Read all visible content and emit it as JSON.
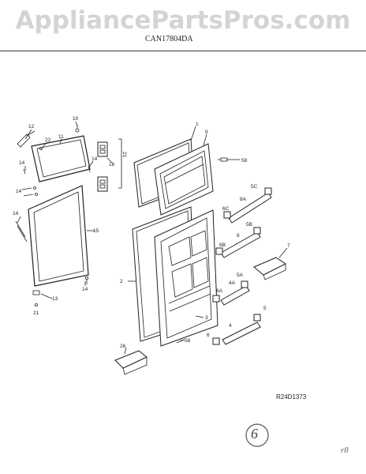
{
  "header": {
    "watermark": "AppliancePartsPros.com",
    "model_code": "CAN17804DA"
  },
  "footer": {
    "reference_code": "R24D1373",
    "page_number": "6",
    "pen_mark": "r8"
  },
  "callouts": {
    "c1": "1",
    "c2": "2",
    "c3": "3",
    "c4": "4",
    "c4a": "4A",
    "c5": "5",
    "c5a": "5A",
    "c5b": "5B",
    "c5c": "5C",
    "c6": "6",
    "c6a": "6A",
    "c6b": "6B",
    "c6c": "6C",
    "c7": "7",
    "c8": "8",
    "c8a": "8A",
    "c9": "9",
    "c10": "10",
    "c11": "11",
    "c12": "12",
    "c13": "13",
    "c14a": "14",
    "c14b": "14",
    "c14c": "14",
    "c14d": "14",
    "c14e": "14",
    "c15": "15",
    "c16": "16",
    "c21a": "21",
    "c21b": "21",
    "c22": "22",
    "c26": "26",
    "c58a": "58",
    "c58b": "58"
  }
}
